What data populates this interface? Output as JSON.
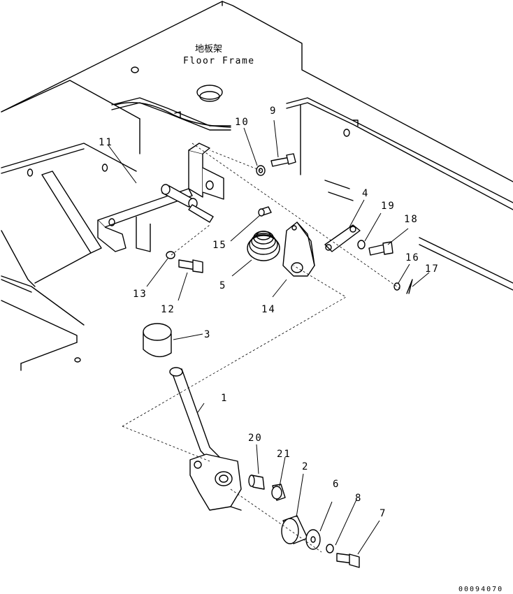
{
  "frame_title": {
    "chinese": "地板架",
    "english": "Floor Frame"
  },
  "callouts": {
    "c1": "1",
    "c2": "2",
    "c3": "3",
    "c4": "4",
    "c5": "5",
    "c6": "6",
    "c7": "7",
    "c8": "8",
    "c9": "9",
    "c10": "10",
    "c11": "11",
    "c12": "12",
    "c13": "13",
    "c14": "14",
    "c15": "15",
    "c16": "16",
    "c17": "17",
    "c18": "18",
    "c19": "19",
    "c20": "20",
    "c21": "21"
  },
  "drawing_code": "00094070"
}
